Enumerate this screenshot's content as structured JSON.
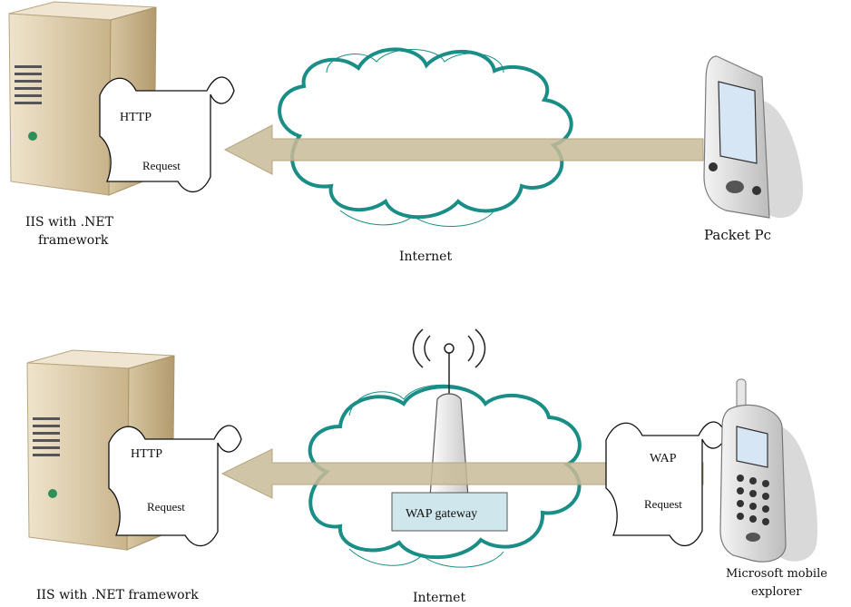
{
  "top": {
    "server_label_line1": "IIS with .NET",
    "server_label_line2": "framework",
    "scroll_title": "HTTP",
    "scroll_subtitle": "Request",
    "cloud_label": "Internet",
    "device_label": "Packet Pc"
  },
  "bottom": {
    "server_label": "IIS with .NET framework",
    "scroll_title": "HTTP",
    "scroll_subtitle": "Request",
    "gateway_label": "WAP gateway",
    "cloud_label": "Internet",
    "wap_scroll_title": "WAP",
    "wap_scroll_subtitle": "Request",
    "device_label_line1": "Microsoft mobile",
    "device_label_line2": "explorer"
  },
  "colors": {
    "arrow": "#c9bb98",
    "cloud_outline": "#1a8e86",
    "gateway_fill": "#cfe6ec",
    "server_body": "#d9c7a4"
  }
}
